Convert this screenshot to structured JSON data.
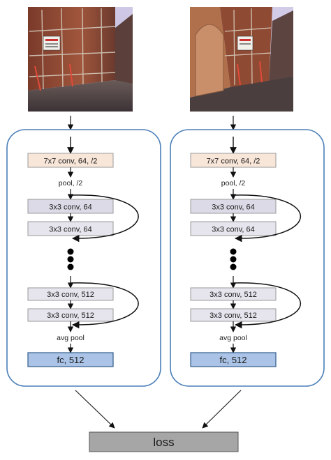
{
  "branches": [
    {
      "conv1": "7x7 conv, 64, /2",
      "pool": "pool, /2",
      "conv_a1": "3x3 conv, 64",
      "conv_a2": "3x3 conv, 64",
      "conv_b1": "3x3 conv, 512",
      "conv_b2": "3x3 conv, 512",
      "avg_pool": "avg pool",
      "fc": "fc, 512"
    },
    {
      "conv1": "7x7 conv, 64, /2",
      "pool": "pool, /2",
      "conv_a1": "3x3 conv, 64",
      "conv_a2": "3x3 conv, 64",
      "conv_b1": "3x3 conv, 512",
      "conv_b2": "3x3 conv, 512",
      "avg_pool": "avg pool",
      "fc": "fc, 512"
    }
  ],
  "loss": "loss",
  "colors": {
    "panel_border": "#4a7fb8",
    "conv1_fill": "#f8e6d9",
    "conv_fill": "#e6e4ec",
    "conv_dark_fill": "#dcdae6",
    "fc_fill": "#aac3e6",
    "loss_fill": "#a6a6a6",
    "arrow": "#111111"
  }
}
